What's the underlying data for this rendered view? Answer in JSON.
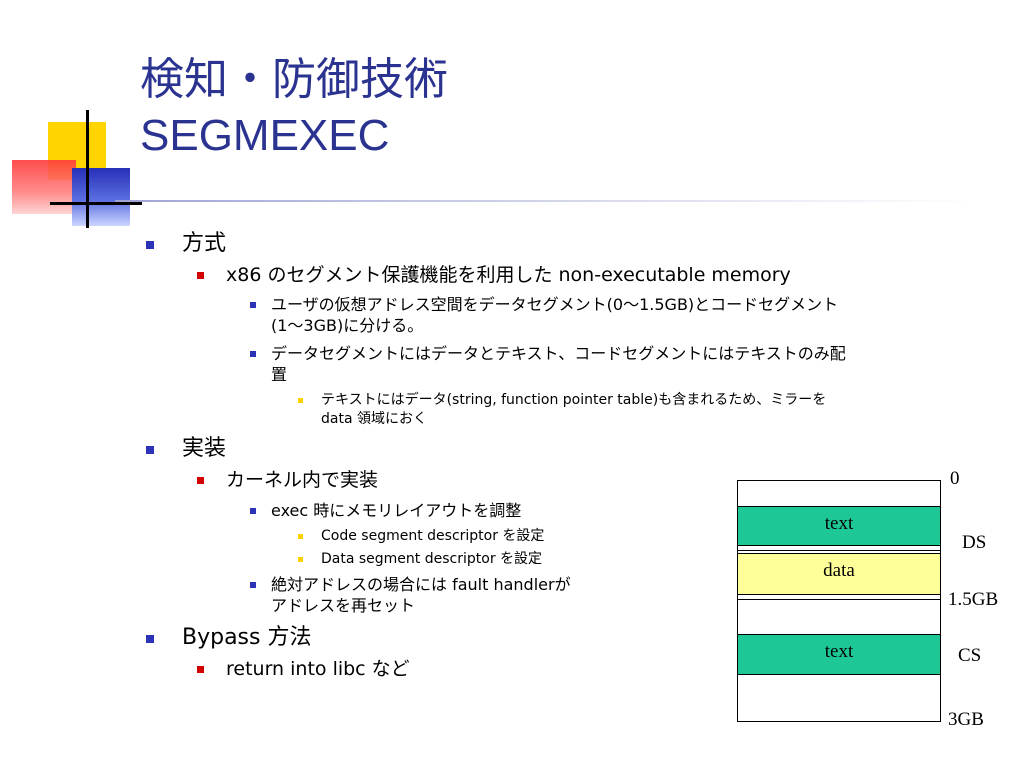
{
  "title": {
    "line1": "検知・防御技術",
    "line2": "SEGMEXEC"
  },
  "bullets": [
    {
      "level": 1,
      "text": "方式"
    },
    {
      "level": 2,
      "text": "x86 のセグメント保護機能を利用した non-executable memory"
    },
    {
      "level": 3,
      "text": "ユーザの仮想アドレス空間をデータセグメント(0～1.5GB)とコードセグメント",
      "cont": "(1～3GB)に分ける。"
    },
    {
      "level": 3,
      "text": "データセグメントにはデータとテキスト、コードセグメントにはテキストのみ配",
      "cont": "置"
    },
    {
      "level": 4,
      "text": "テキストにはデータ(string, function pointer table)も含まれるため、ミラーを",
      "cont": "data 領域におく"
    },
    {
      "level": 1,
      "text": "実装"
    },
    {
      "level": 2,
      "text": "カーネル内で実装"
    },
    {
      "level": 3,
      "text": "exec 時にメモリレイアウトを調整"
    },
    {
      "level": 4,
      "text": "Code segment descriptor を設定"
    },
    {
      "level": 4,
      "text": "Data segment descriptor を設定"
    },
    {
      "level": 3,
      "text": "絶対アドレスの場合には fault handlerが",
      "cont": "アドレスを再セット"
    },
    {
      "level": 1,
      "text": "Bypass 方法"
    },
    {
      "level": 2,
      "text": "return into libc など"
    }
  ],
  "diagram": {
    "segments": [
      {
        "kind": "text",
        "label": "text"
      },
      {
        "kind": "data",
        "label": "data"
      },
      {
        "kind": "text",
        "label": "text"
      }
    ],
    "axis_labels": [
      "0",
      "DS",
      "1.5GB",
      "CS",
      "3GB"
    ],
    "colors": {
      "text": "#1ec896",
      "data": "#ffff99"
    }
  },
  "colors": {
    "title": "#2b3390",
    "bullet_l1": "#2b33b8",
    "bullet_l2": "#d20000",
    "bullet_l4": "#ffd000"
  }
}
